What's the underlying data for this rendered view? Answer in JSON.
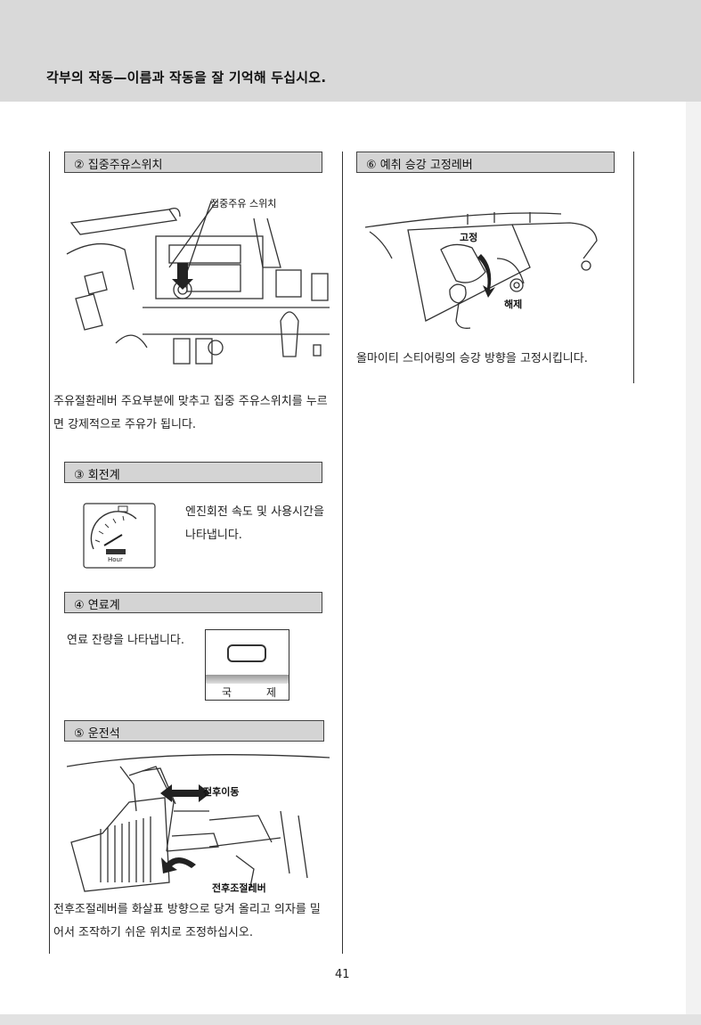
{
  "header": {
    "title": "각부의 작동—이름과 작동을 잘 기억해 두십시오."
  },
  "sections": {
    "oil_switch": {
      "heading": "② 집중주유스위치",
      "callout": "집중주유 스위치",
      "text": "주유절환레버 주요부분에 맞추고 집중 주유스위치를 누르면 강제적으로 주유가 됩니다."
    },
    "tachometer": {
      "heading": "③ 회전계",
      "gauge_unit": "Hour",
      "text": "엔진회전 속도 및 사용시간을 나타냅니다."
    },
    "fuel_gauge": {
      "heading": "④ 연료계",
      "text": "연료 잔량을 나타냅니다.",
      "plate_left": "국",
      "plate_right": "제"
    },
    "seat": {
      "heading": "⑤ 운전석",
      "callout_move": "전후이동",
      "callout_lever": "전후조절레버",
      "text": "전후조절레버를 화살표 방향으로 당겨 올리고 의자를 밀어서 조작하기 쉬운 위치로 조정하십시오."
    },
    "pretake_lever": {
      "heading": "⑥ 예취 승강 고정레버",
      "label_lock": "고정",
      "label_release": "해제",
      "text": "올마이티 스티어링의 승강 방향을 고정시킵니다."
    }
  },
  "footer": {
    "page_number": "41"
  }
}
